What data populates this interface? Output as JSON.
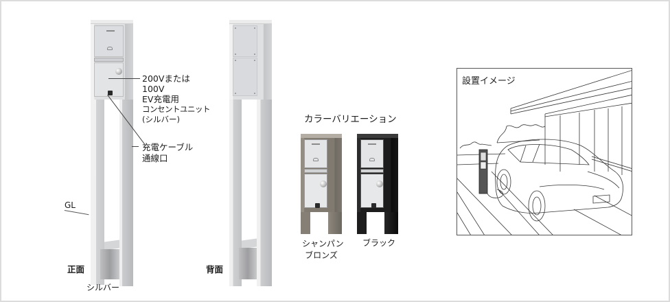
{
  "front_view": {
    "label": "正面",
    "callout_unit": [
      "200Vまたは",
      "100V",
      "EV充電用",
      "コンセントユニット",
      "(シルバー)"
    ],
    "callout_cable": [
      "充電ケーブル",
      "通線口"
    ],
    "gl_label": "GL"
  },
  "back_view": {
    "label": "背面"
  },
  "finish_label": "シルバー",
  "color_variation": {
    "title": "カラーバリエーション",
    "items": [
      {
        "name_lines": [
          "シャンパン",
          "ブロンズ"
        ],
        "frame_color": "#8e877d"
      },
      {
        "name_lines": [
          "ブラック"
        ],
        "frame_color": "#232323"
      }
    ]
  },
  "install_image": {
    "title": "設置イメージ"
  },
  "colors": {
    "silver": "#d9dadc",
    "silver_dark": "#b9babd",
    "panel": "#e9eaec",
    "border": "#dcdcdc"
  }
}
